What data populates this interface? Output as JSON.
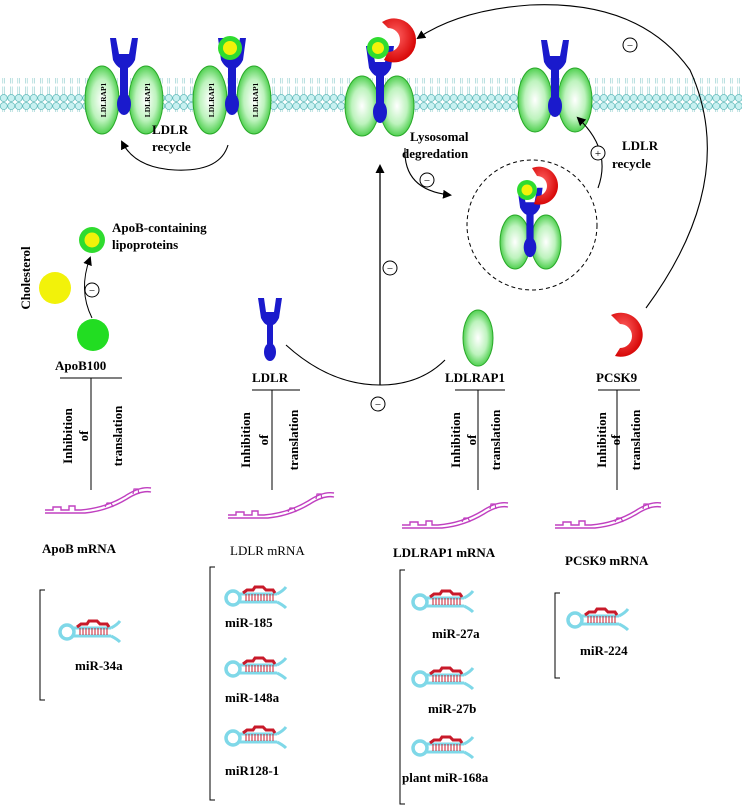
{
  "membrane_labels": {
    "ldlrap1": "LDLRAP1"
  },
  "left_cycle": {
    "label_line1": "LDLR",
    "label_line2": "recycle"
  },
  "right_cycle": {
    "label_line1": "LDLR",
    "label_line2": "recycle",
    "degradation_line1": "Lysosomal",
    "degradation_line2": "degredation"
  },
  "signs": {
    "minus": "−",
    "plus": "+"
  },
  "apob": {
    "lipoprotein_line1": "ApoB-containing",
    "lipoprotein_line2": "lipoproteins",
    "cholesterol": "Cholesterol",
    "apob100": "ApoB100"
  },
  "inhibition": {
    "line1": "Inhibition",
    "line2": "of",
    "line3": "translation"
  },
  "proteins": {
    "ldlr": "LDLR",
    "ldlrap1": "LDLRAP1",
    "pcsk9": "PCSK9"
  },
  "mrna": {
    "apob": "ApoB mRNA",
    "ldlr": "LDLR mRNA",
    "ldlrap1": "LDLRAP1 mRNA",
    "pcsk9": "PCSK9 mRNA"
  },
  "mirna": {
    "apob": [
      "miR-34a"
    ],
    "ldlr": [
      "miR-185",
      "miR-148a",
      "miR128-1"
    ],
    "ldlrap1": [
      "miR-27a",
      "miR-27b",
      "plant miR-168a"
    ],
    "pcsk9": [
      "miR-224"
    ]
  },
  "colors": {
    "receptor_blue": "#1a1acc",
    "adaptor_green": "#7ee27e",
    "pcsk9_red": "#e01010",
    "lipoprotein_yellow": "#f2f20a",
    "ball_green": "#22dd22",
    "membrane_cyan": "#8fdcdc",
    "mrna_magenta": "#c040c0",
    "hairpin_cyan": "#7fd8e8",
    "hairpin_red": "#c81a2a"
  }
}
